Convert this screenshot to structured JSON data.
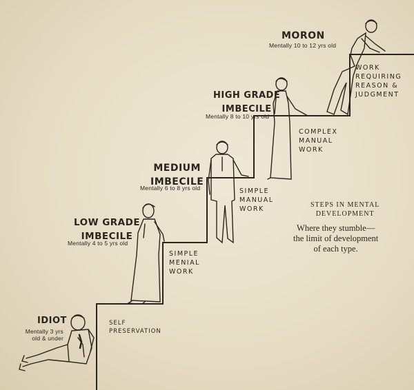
{
  "levels": [
    {
      "title": "IDIOT",
      "mental_age": "Mentally 3 yrs old & under",
      "work": [
        "SELF",
        "PRESERVATION"
      ]
    },
    {
      "title": [
        "LOW GRADE",
        "IMBECILE"
      ],
      "mental_age": "Mentally 4 to 5 yrs old",
      "work": [
        "SIMPLE",
        "MENIAL",
        "WORK"
      ]
    },
    {
      "title": [
        "MEDIUM",
        "IMBECILE"
      ],
      "mental_age": "Mentally 6 to 8 yrs old",
      "work": [
        "SIMPLE",
        "MANUAL",
        "WORK"
      ]
    },
    {
      "title": [
        "HIGH GRADE",
        "IMBECILE"
      ],
      "mental_age": "Mentally 8 to 10 yrs old",
      "work": [
        "COMPLEX",
        "MANUAL",
        "WORK"
      ]
    },
    {
      "title": "MORON",
      "mental_age": "Mentally 10 to 12 yrs old",
      "work": [
        "WORK",
        "REQUIRING",
        "REASON &",
        "JUDGMENT"
      ]
    }
  ],
  "caption": {
    "heading": [
      "STEPS IN MENTAL",
      "DEVELOPMENT"
    ],
    "body": [
      "Where they stumble—",
      "the limit of development",
      "of each type."
    ]
  },
  "colors": {
    "ink": "#2a2520",
    "paper": "#ebe3cf"
  }
}
